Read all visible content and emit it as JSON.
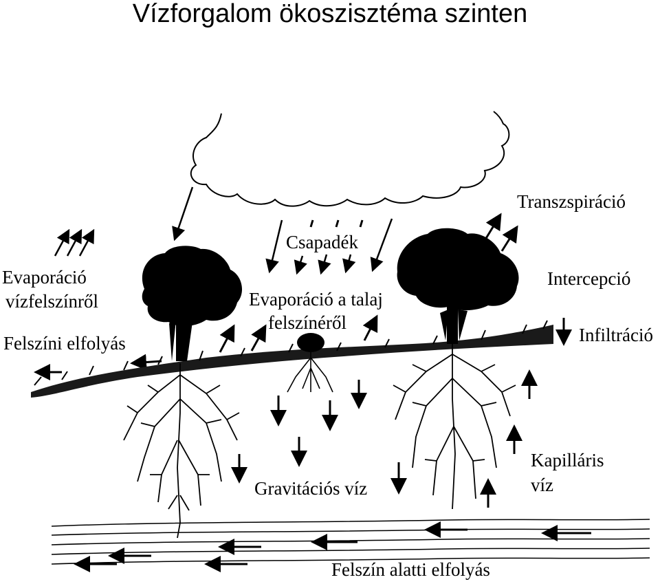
{
  "title": "Vízforgalom ökoszisztéma szinten",
  "labels": {
    "transpiration": "Transzspiráció",
    "precipitation": "Csapadék",
    "evap_water_1": "Evaporáció",
    "evap_water_2": "vízfelszínről",
    "interception": "Intercepció",
    "evap_soil_1": "Evaporáció a talaj",
    "evap_soil_2": "felszínéről",
    "infiltration": "Infiltráció",
    "surface_runoff": "Felszíni elfolyás",
    "capillary_1": "Kapilláris",
    "capillary_2": "víz",
    "gravitational": "Gravitációs víz",
    "subsurface_runoff": "Felszín alatti elfolyás"
  }
}
